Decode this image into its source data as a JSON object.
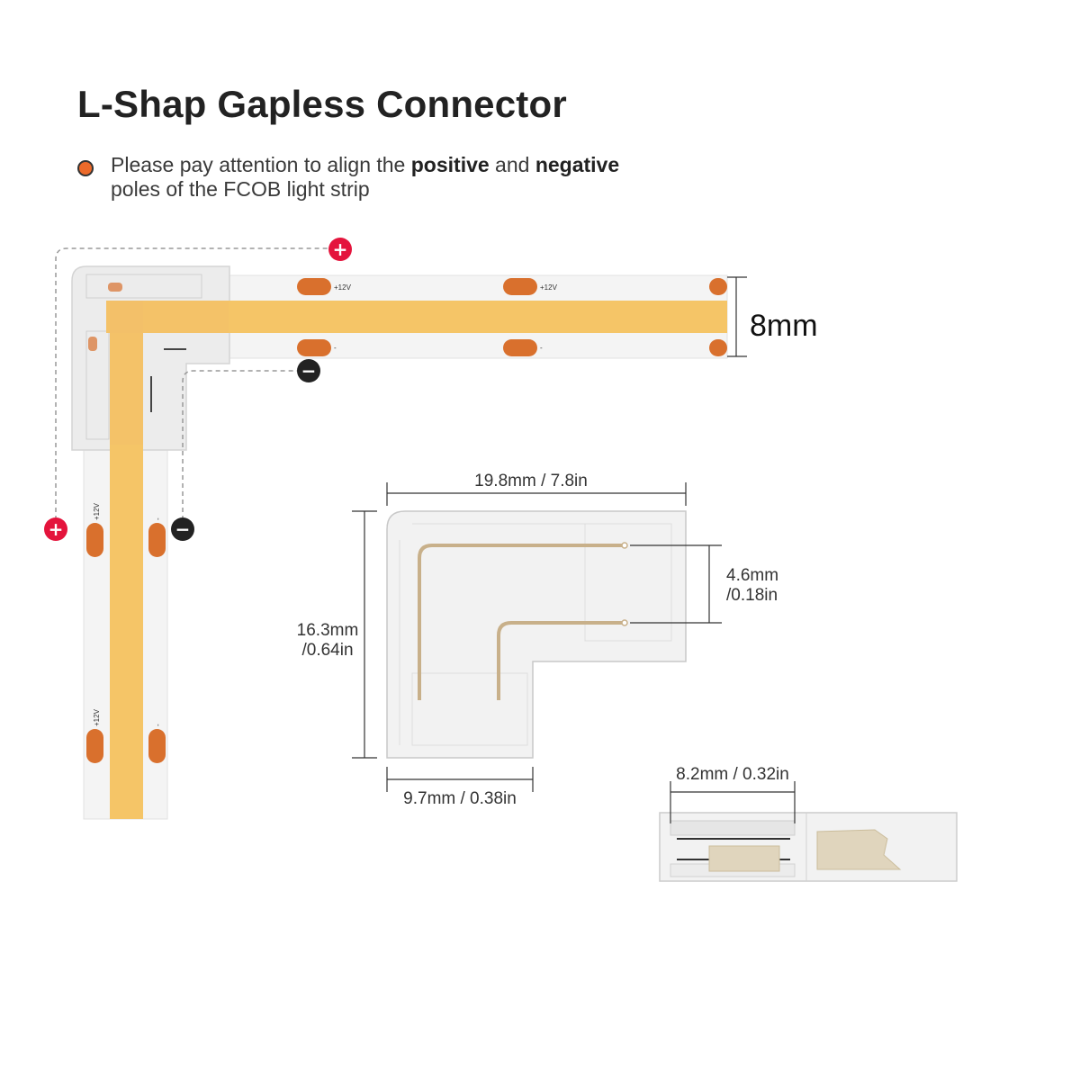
{
  "title": "L-Shap Gapless Connector",
  "note": {
    "part1": "Please pay attention to align the ",
    "positive": "positive",
    "part2": " and ",
    "negative": "negative",
    "part3": "poles of the FCOB light strip"
  },
  "strip": {
    "pad_label": "+12V",
    "neg_label": "-",
    "width_label": "8mm",
    "plus_sign": "+",
    "minus_sign": "−"
  },
  "dimensions": {
    "width_top": "19.8mm / 7.8in",
    "height_line1": "16.3mm",
    "height_line2": "/0.64in",
    "pin_line1": "4.6mm",
    "pin_line2": "/0.18in",
    "width_bottom": "9.7mm / 0.38in",
    "side_width": "8.2mm / 0.32in"
  },
  "colors": {
    "strip_body": "#f4f4f4",
    "cob_yellow": "#f5c567",
    "pad_orange": "#d9702d",
    "positive_red": "#e4143c",
    "negative_black": "#222222",
    "bullet_orange": "#ec6a2a"
  }
}
